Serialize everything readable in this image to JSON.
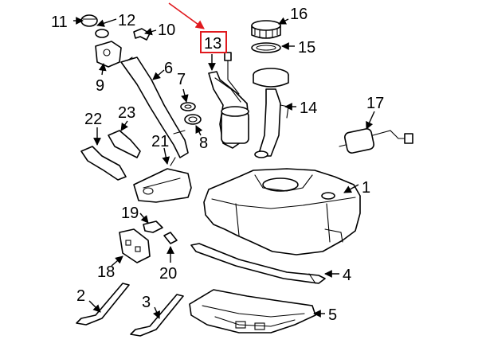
{
  "callouts": [
    {
      "id": "1",
      "label": "1"
    },
    {
      "id": "2",
      "label": "2"
    },
    {
      "id": "3",
      "label": "3"
    },
    {
      "id": "4",
      "label": "4"
    },
    {
      "id": "5",
      "label": "5"
    },
    {
      "id": "6",
      "label": "6"
    },
    {
      "id": "7",
      "label": "7"
    },
    {
      "id": "8",
      "label": "8"
    },
    {
      "id": "9",
      "label": "9"
    },
    {
      "id": "10",
      "label": "10"
    },
    {
      "id": "11",
      "label": "11"
    },
    {
      "id": "12",
      "label": "12"
    },
    {
      "id": "13",
      "label": "13",
      "highlighted": true
    },
    {
      "id": "14",
      "label": "14"
    },
    {
      "id": "15",
      "label": "15"
    },
    {
      "id": "16",
      "label": "16"
    },
    {
      "id": "17",
      "label": "17"
    },
    {
      "id": "18",
      "label": "18"
    },
    {
      "id": "19",
      "label": "19"
    },
    {
      "id": "20",
      "label": "20"
    },
    {
      "id": "21",
      "label": "21"
    },
    {
      "id": "22",
      "label": "22"
    },
    {
      "id": "23",
      "label": "23"
    }
  ],
  "colors": {
    "line": "#000000",
    "background": "#ffffff",
    "highlight": "#e0191e"
  }
}
